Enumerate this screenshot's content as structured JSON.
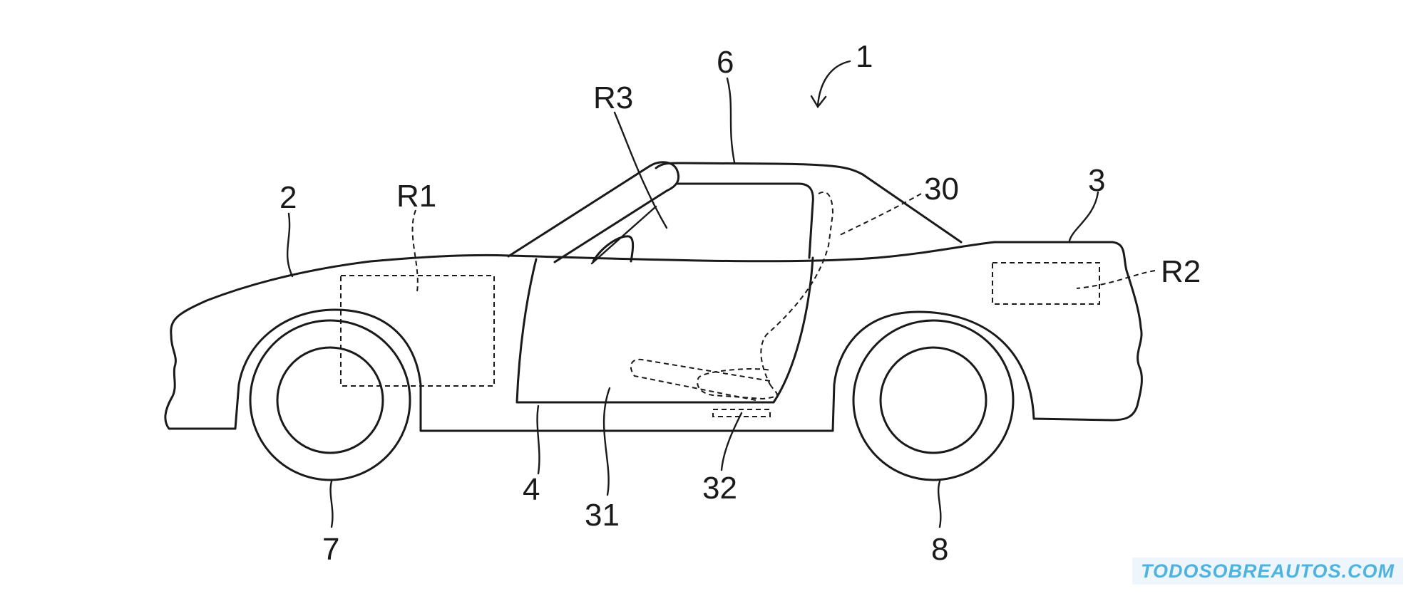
{
  "labels": {
    "l1": "1",
    "l2": "2",
    "l3": "3",
    "l4": "4",
    "l6": "6",
    "l7": "7",
    "l8": "8",
    "l30": "30",
    "l31": "31",
    "l32": "32",
    "r1": "R1",
    "r2": "R2",
    "r3": "R3"
  },
  "watermark": {
    "text": "TODOSOBREAUTOS.COM",
    "color": "#4fb3de"
  },
  "colors": {
    "line": "#1a1a1a",
    "background": "#ffffff"
  }
}
